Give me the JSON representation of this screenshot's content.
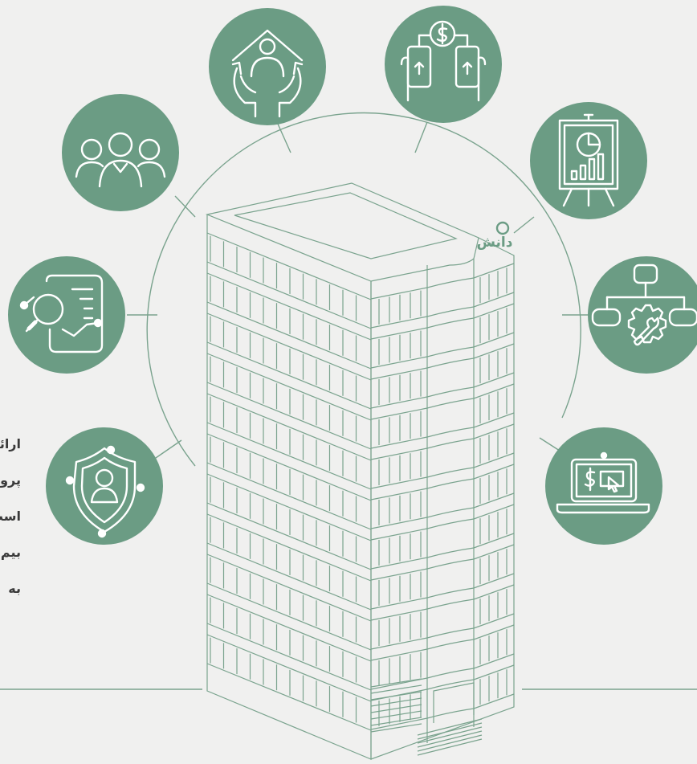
{
  "brand": {
    "name": "دانش",
    "color": "#6b9c84"
  },
  "colors": {
    "background": "#f0f0ef",
    "accent": "#6b9c84",
    "line": "#7aa38e"
  },
  "side_text": [
    "ارائه",
    "پرو",
    "است",
    "بیم",
    "به"
  ],
  "icons": [
    {
      "name": "care-hands-icon"
    },
    {
      "name": "mobile-payment-icon"
    },
    {
      "name": "team-icon"
    },
    {
      "name": "presentation-chart-icon"
    },
    {
      "name": "document-search-icon"
    },
    {
      "name": "process-settings-icon"
    },
    {
      "name": "security-shield-icon"
    },
    {
      "name": "online-payment-laptop-icon"
    }
  ]
}
